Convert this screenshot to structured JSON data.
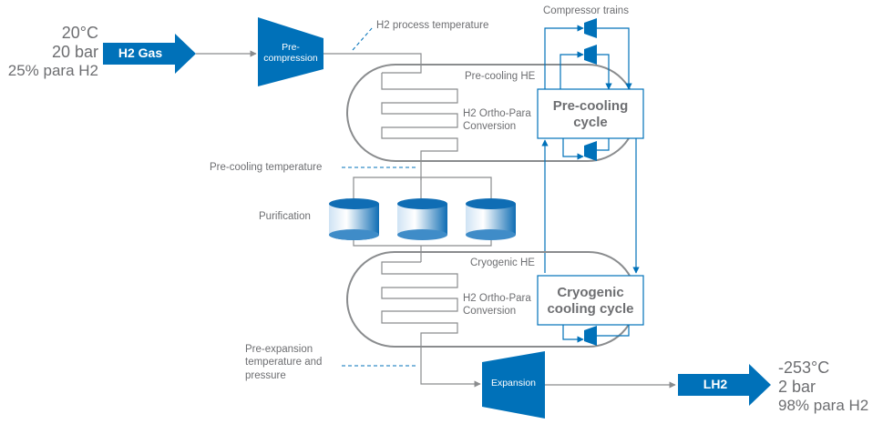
{
  "inlet": {
    "temperature": "20°C",
    "pressure": "20 bar",
    "composition": "25% para H2",
    "stream_label": "H2 Gas"
  },
  "outlet": {
    "temperature": "-253°C",
    "pressure": "2 bar",
    "composition": "98% para H2",
    "stream_label": "LH2"
  },
  "units": {
    "precompression": "Pre-\ncompression",
    "expansion": "Expansion",
    "precooling_cycle": "Pre-cooling\ncycle",
    "cryogenic_cycle": "Cryogenic\ncooling cycle"
  },
  "labels": {
    "h2_process_temperature": "H2 process temperature",
    "compressor_trains": "Compressor trains",
    "precooling_he": "Pre-cooling HE",
    "ortho_para_1": "H2 Ortho-Para\nConversion",
    "precooling_temperature": "Pre-cooling temperature",
    "purification": "Purification",
    "cryogenic_he": "Cryogenic HE",
    "ortho_para_2": "H2 Ortho-Para\nConversion",
    "preexpansion": "Pre-expansion\ntemperature and\npressure"
  },
  "colors": {
    "blue": "#0071b9",
    "gray_line": "#8a8c8e",
    "text_gray": "#6d6e71",
    "cylinder_light": "#ffffff"
  }
}
